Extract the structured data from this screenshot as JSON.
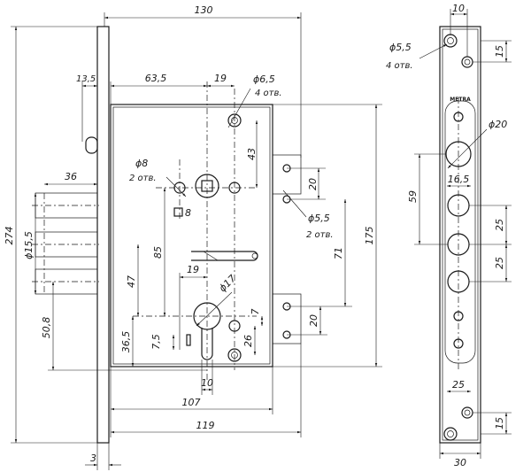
{
  "brand_mark": "METRA",
  "front": {
    "width_overall": "130",
    "width_case": "119",
    "width_107": "107",
    "height_overall": "274",
    "height_case": "175",
    "backset_13_5": "13,5",
    "backset_36": "36",
    "faceplate_3": "3",
    "offset_63_5": "63,5",
    "offset_19_top": "19",
    "d6_5": "ϕ6,5",
    "d6_5_count": "4 отв.",
    "dim_43": "43",
    "dim_20_top": "20",
    "d8": "ϕ8",
    "d8_count": "2 отв.",
    "square_8": "8",
    "d5_5": "ϕ5,5",
    "d5_5_count": "2 отв.",
    "dim_71": "71",
    "dim_85": "85",
    "d15_5": "ϕ15,5",
    "dim_47": "47",
    "dim_19_mid": "19",
    "d17": "ϕ17",
    "dim_7": "7",
    "dim_20_bottom": "20",
    "dim_50_8": "50,8",
    "dim_36_5": "36,5",
    "dim_7_5": "7,5",
    "dim_26": "26",
    "dim_10_bottom": "10"
  },
  "side": {
    "width_top": "10",
    "d5_5": "ϕ5,5",
    "d5_5_count": "4 отв.",
    "dim_15_top": "15",
    "d20": "ϕ20",
    "dim_59": "59",
    "dim_16_5": "16,5",
    "dim_25_a": "25",
    "dim_25_b": "25",
    "dim_25_c": "25",
    "dim_15_bottom": "15",
    "width_bottom": "30"
  }
}
